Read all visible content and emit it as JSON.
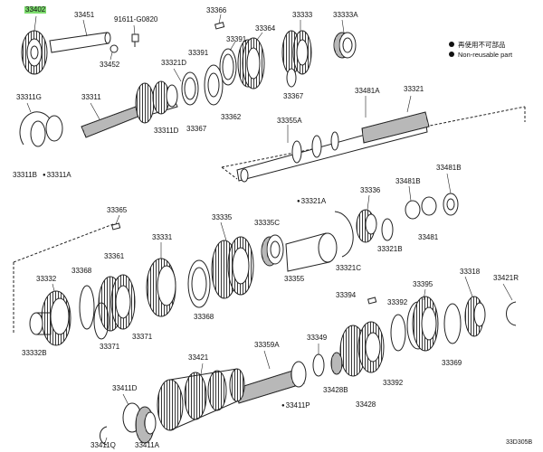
{
  "legend": {
    "items": [
      {
        "text": "再使用不可部品"
      },
      {
        "text": "Non-reusable part"
      }
    ]
  },
  "reference_code": "33D305B",
  "parts": [
    {
      "id": "33402",
      "highlight": true
    },
    {
      "id": "33451"
    },
    {
      "id": "91611-G0820"
    },
    {
      "id": "33366"
    },
    {
      "id": "33333"
    },
    {
      "id": "33333A"
    },
    {
      "id": "33391"
    },
    {
      "id": "33364"
    },
    {
      "id": "33452"
    },
    {
      "id": "33321D"
    },
    {
      "id": "33391"
    },
    {
      "id": "33367"
    },
    {
      "id": "33311G"
    },
    {
      "id": "33311"
    },
    {
      "id": "33481A"
    },
    {
      "id": "33321"
    },
    {
      "id": "33362"
    },
    {
      "id": "33355A"
    },
    {
      "id": "33311D"
    },
    {
      "id": "33367"
    },
    {
      "id": "33311B"
    },
    {
      "id": "33311A",
      "dot": true
    },
    {
      "id": "33481B"
    },
    {
      "id": "33336"
    },
    {
      "id": "33481B"
    },
    {
      "id": "33321A",
      "dot": true
    },
    {
      "id": "33365"
    },
    {
      "id": "33335"
    },
    {
      "id": "33335C"
    },
    {
      "id": "33481"
    },
    {
      "id": "33321B"
    },
    {
      "id": "33331"
    },
    {
      "id": "33361"
    },
    {
      "id": "33355"
    },
    {
      "id": "33321C"
    },
    {
      "id": "33332"
    },
    {
      "id": "33368"
    },
    {
      "id": "33318"
    },
    {
      "id": "33395"
    },
    {
      "id": "33421R"
    },
    {
      "id": "33394"
    },
    {
      "id": "33392"
    },
    {
      "id": "33368"
    },
    {
      "id": "33371"
    },
    {
      "id": "33371"
    },
    {
      "id": "33332B"
    },
    {
      "id": "33359A"
    },
    {
      "id": "33349"
    },
    {
      "id": "33421"
    },
    {
      "id": "33369"
    },
    {
      "id": "33392"
    },
    {
      "id": "33411D"
    },
    {
      "id": "33428B"
    },
    {
      "id": "33411P",
      "dot": true
    },
    {
      "id": "33428"
    },
    {
      "id": "33411Q"
    },
    {
      "id": "33411A"
    }
  ]
}
